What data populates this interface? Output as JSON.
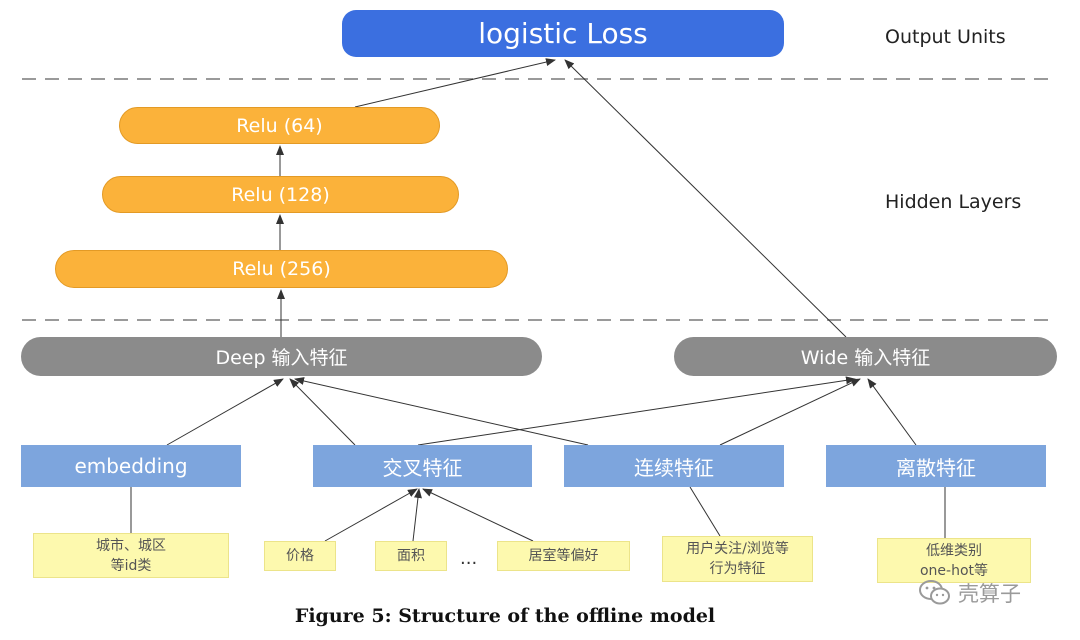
{
  "output": {
    "label": "logistic Loss"
  },
  "sections": {
    "output_units": "Output Units",
    "hidden_layers": "Hidden Layers"
  },
  "hidden": [
    "Relu (64)",
    "Relu (128)",
    "Relu (256)"
  ],
  "inputs": {
    "deep": "Deep 输入特征",
    "wide": "Wide 输入特征"
  },
  "features": [
    "embedding",
    "交叉特征",
    "连续特征",
    "离散特征"
  ],
  "notes": {
    "city": [
      "城市、城区",
      "等id类"
    ],
    "price": "价格",
    "area": "面积",
    "ellipsis": "...",
    "room": "居室等偏好",
    "behavior": [
      "用户关注/浏览等",
      "行为特征"
    ],
    "lowdim": [
      "低维类别",
      "one-hot等"
    ]
  },
  "caption": "Figure 5:  Structure of the offline model",
  "watermark": "壳算子",
  "colors": {
    "output": "#3b6fe0",
    "relu": "#fbb23a",
    "input": "#8b8b8b",
    "feature": "#7da5dd",
    "note": "#fdf9ae"
  }
}
